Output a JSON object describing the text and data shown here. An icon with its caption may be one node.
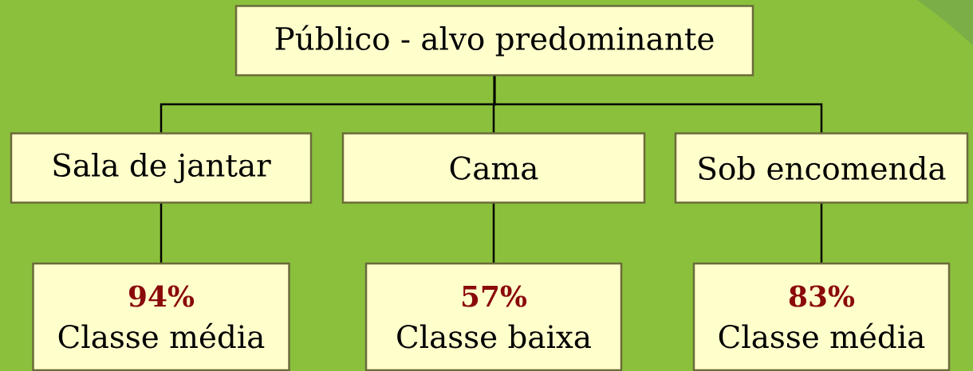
{
  "diagram": {
    "nodes": [
      {
        "text": [
          "Público - alvo predominante"
        ]
      },
      {
        "text": [
          "Sala de jantar"
        ]
      },
      {
        "text": [
          "Cama"
        ]
      },
      {
        "text": [
          "Sob encomenda"
        ]
      },
      {
        "text": [
          "94%",
          "Classe média"
        ]
      },
      {
        "text": [
          "57%",
          "Classe baixa"
        ]
      },
      {
        "text": [
          "83%",
          "Classe média"
        ]
      }
    ],
    "edges": [
      {
        "from": 0,
        "to": 1,
        "arrow": "none"
      },
      {
        "from": 0,
        "to": 2,
        "arrow": "none"
      },
      {
        "from": 0,
        "to": 3,
        "arrow": "none"
      },
      {
        "from": 1,
        "to": 4,
        "arrow": "none"
      },
      {
        "from": 2,
        "to": 5,
        "arrow": "none"
      },
      {
        "from": 3,
        "to": 6,
        "arrow": "none"
      }
    ]
  }
}
